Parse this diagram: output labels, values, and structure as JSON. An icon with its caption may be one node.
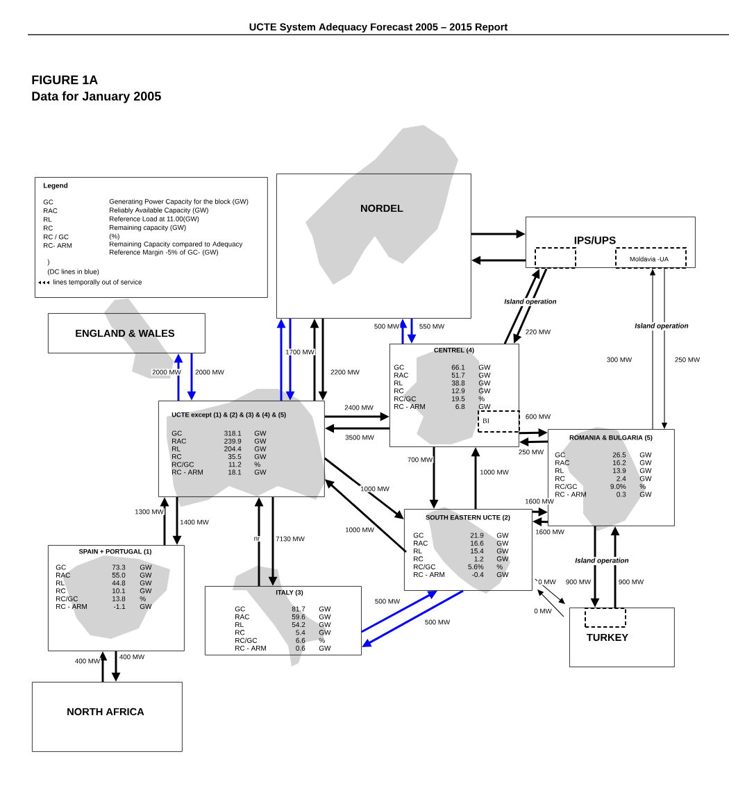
{
  "diagram": {
    "title": "FIGURE 1A",
    "nodes": [
      {
        "text": [
          "Legend",
          "GC",
          "Generating Power Capacity for the block (GW)",
          "RAC",
          "Reliably Available Capacity (GW)",
          "RL",
          "Reference Load at 11.00(GW)",
          "RC",
          "Remaining capacity (GW)",
          "RC / GC",
          "(%)",
          "RC- ARM",
          "Remaining Capacity compared to Adequacy Reference Margin -5% of GC- (GW)",
          ")",
          "(DC lines in blue)",
          "lines temporally out of service"
        ]
      },
      {
        "text": [
          "NORDEL"
        ]
      },
      {
        "text": [
          "IPS/UPS"
        ]
      },
      {
        "text": [],
        "shape": "box",
        "in": 2
      },
      {
        "text": [
          "Moldavia -UA"
        ],
        "in": 2
      },
      {
        "text": [
          "ENGLAND & WALES"
        ]
      },
      {
        "text": [
          "CENTREL (4)",
          "GC",
          "66.1",
          "GW",
          "RAC",
          "51.7",
          "GW",
          "RL",
          "38.8",
          "GW",
          "RC",
          "12.9",
          "GW",
          "RC/GC",
          "19.5",
          "%",
          "RC - ARM",
          "6.8",
          "GW"
        ]
      },
      {
        "text": [
          "BI"
        ],
        "in": 6
      },
      {
        "text": [
          "UCTE  except (1) & (2) & (3) & (4) & (5)",
          "GC",
          "318.1",
          "GW",
          "RAC",
          "239.9",
          "GW",
          "RL",
          "204.4",
          "GW",
          "RC",
          "35.5",
          "GW",
          "RC/GC",
          "11.2",
          "%",
          "RC - ARM",
          "18.1",
          "GW"
        ]
      },
      {
        "text": [
          "ROMANIA & BULGARIA (5)",
          "GC",
          "26.5",
          "GW",
          "RAC",
          "16.2",
          "GW",
          "RL",
          "13.9",
          "GW",
          "RC",
          "2.4",
          "GW",
          "RC/GC",
          "9.0%",
          "%",
          "RC - ARM",
          "0.3",
          "GW"
        ]
      },
      {
        "text": [
          "SOUTH EASTERN UCTE (2)",
          "GC",
          "21.9",
          "GW",
          "RAC",
          "16.6",
          "GW",
          "RL",
          "15.4",
          "GW",
          "RC",
          "1.2",
          "GW",
          "RC/GC",
          "5.6%",
          "%",
          "RC - ARM",
          "-0.4",
          "GW"
        ]
      },
      {
        "text": [
          "SPAIN + PORTUGAL (1)",
          "GC",
          "73.3",
          "GW",
          "RAC",
          "55.0",
          "GW",
          "RL",
          "44.8",
          "GW",
          "RC",
          "10.1",
          "GW",
          "RC/GC",
          "13.8",
          "%",
          "RC - ARM",
          "-1.1",
          "GW"
        ]
      },
      {
        "text": [
          "ITALY (3)",
          "GC",
          "81.7",
          "GW",
          "RAC",
          "59.6",
          "GW",
          "RL",
          "54.2",
          "GW",
          "RC",
          "5.4",
          "GW",
          "RC/GC",
          "6.6",
          "%",
          "RC - ARM",
          "0.6",
          "GW"
        ]
      },
      {
        "text": [
          "TURKEY"
        ]
      },
      {
        "text": [],
        "shape": "box",
        "in": 13
      },
      {
        "text": [
          "NORTH AFRICA"
        ]
      }
    ],
    "edges": [
      {
        "from": 1,
        "to": 2,
        "arrow": "to"
      },
      {
        "from": 2,
        "to": 1,
        "arrow": "to"
      },
      {
        "from": 8,
        "to": 5,
        "arrow": "to",
        "label": "2000 MW",
        "color": "#0000ff"
      },
      {
        "from": 5,
        "to": 8,
        "arrow": "to",
        "label": "2000 MW",
        "color": "#0000ff"
      },
      {
        "from": 8,
        "to": 1,
        "arrow": "to",
        "color": "#0000ff"
      },
      {
        "from": 1,
        "to": 8,
        "arrow": "to",
        "color": "#0000ff"
      },
      {
        "from": 8,
        "to": 1,
        "arrow": "to",
        "label": "1700 MW"
      },
      {
        "from": 1,
        "to": 8,
        "arrow": "to",
        "label": "2200 MW"
      },
      {
        "from": 6,
        "to": 1,
        "arrow": "to",
        "label": "500 MW",
        "color": "#0000ff"
      },
      {
        "from": 1,
        "to": 6,
        "arrow": "to",
        "label": "550 MW",
        "color": "#0000ff"
      },
      {
        "from": 6,
        "to": 3,
        "arrow": "to",
        "label": "Island operation"
      },
      {
        "from": 3,
        "to": 6,
        "arrow": "to",
        "label": "220 MW"
      },
      {
        "from": 8,
        "to": 6,
        "arrow": "to",
        "label": "2400 MW"
      },
      {
        "from": 6,
        "to": 8,
        "arrow": "to",
        "label": "3500 MW"
      },
      {
        "from": 6,
        "to": 9,
        "arrow": "to",
        "label": "600 MW"
      },
      {
        "from": 9,
        "to": 6,
        "arrow": "to",
        "label": "250 MW"
      },
      {
        "from": 6,
        "to": 10,
        "arrow": "to",
        "label": "700 MW"
      },
      {
        "from": 10,
        "to": 6,
        "arrow": "to",
        "label": "1000 MW"
      },
      {
        "from": 8,
        "to": 10,
        "arrow": "to",
        "label": "1000 MW"
      },
      {
        "from": 10,
        "to": 8,
        "arrow": "to",
        "label": "1000 MW"
      },
      {
        "from": 10,
        "to": 9,
        "arrow": "to",
        "label": "1600 MW"
      },
      {
        "from": 9,
        "to": 10,
        "arrow": "to",
        "label": "1600 MW"
      },
      {
        "from": 9,
        "to": 4,
        "arrow": "to",
        "label": "300 MW"
      },
      {
        "from": 4,
        "to": 9,
        "arrow": "to",
        "label": "250 MW"
      },
      {
        "from": 9,
        "to": 14,
        "arrow": "to",
        "label": "900 MW"
      },
      {
        "from": 14,
        "to": 9,
        "arrow": "to",
        "label": "900 MW"
      },
      {
        "from": 10,
        "to": 13,
        "arrow": "to",
        "label": "0 MW"
      },
      {
        "from": 13,
        "to": 10,
        "arrow": "to",
        "label": "0 MW"
      },
      {
        "from": 11,
        "to": 8,
        "arrow": "to",
        "label": "1300 MW"
      },
      {
        "from": 8,
        "to": 11,
        "arrow": "to",
        "label": "1400 MW"
      },
      {
        "from": 12,
        "to": 8,
        "arrow": "to",
        "label": "nr"
      },
      {
        "from": 8,
        "to": 12,
        "arrow": "to",
        "label": "7130 MW"
      },
      {
        "from": 12,
        "to": 10,
        "arrow": "to",
        "label": "500 MW",
        "color": "#0000ff"
      },
      {
        "from": 10,
        "to": 12,
        "arrow": "to",
        "label": "500 MW",
        "color": "#0000ff"
      },
      {
        "from": 15,
        "to": 11,
        "arrow": "to",
        "label": "400 MW"
      },
      {
        "from": 11,
        "to": 15,
        "arrow": "to",
        "label": "400 MW"
      }
    ],
    "labels": [
      "UCTE System Adequacy Forecast 2005 – 2015 Report",
      "Data for January 2005",
      "Island operation",
      "Island operation"
    ]
  }
}
